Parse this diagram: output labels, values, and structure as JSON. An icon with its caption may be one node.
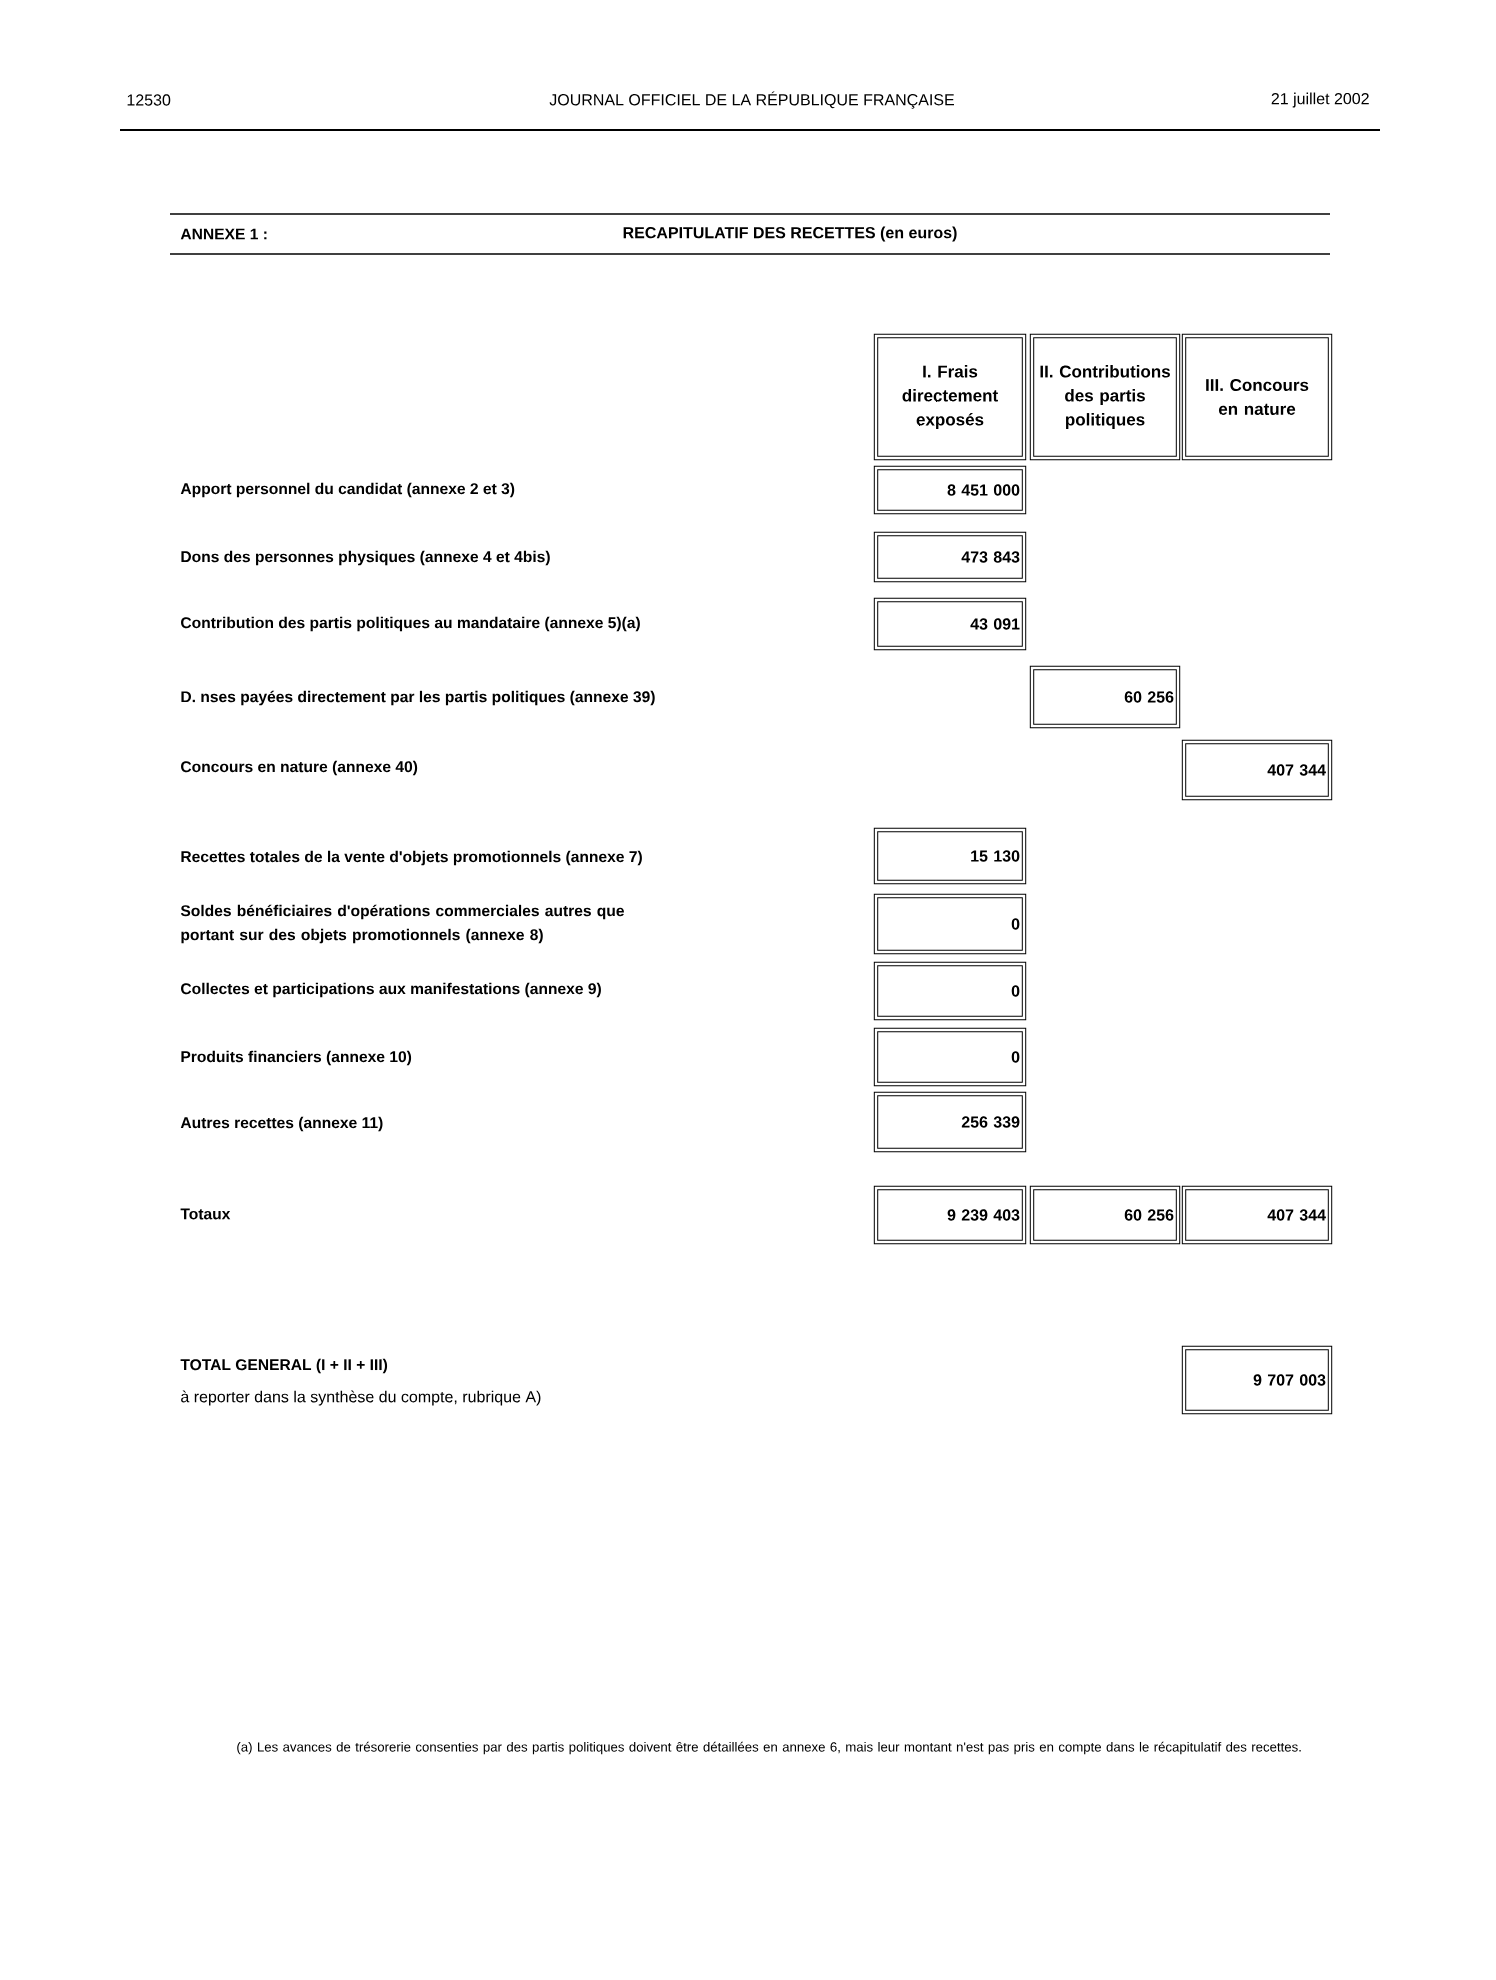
{
  "diagram": {
    "title": "RECAPITULATIF DES RECETTES (en euros)",
    "nodes": [
      {
        "text": [
          "I. Frais directement exposés"
        ]
      },
      {
        "text": [
          "II. Contributions des partis politiques"
        ]
      },
      {
        "text": [
          "III. Concours en nature"
        ]
      },
      {
        "text": [
          "8 451 000"
        ]
      },
      {
        "text": [
          "473 843"
        ]
      },
      {
        "text": [
          "43 091"
        ]
      },
      {
        "text": [
          "60 256"
        ]
      },
      {
        "text": [
          "407 344"
        ]
      },
      {
        "text": [
          "15 130"
        ]
      },
      {
        "text": [
          "0"
        ]
      },
      {
        "text": [
          "0"
        ]
      },
      {
        "text": [
          "0"
        ]
      },
      {
        "text": [
          "256 339"
        ]
      },
      {
        "text": [
          "9 239 403"
        ]
      },
      {
        "text": [
          "60 256"
        ]
      },
      {
        "text": [
          "407 344"
        ]
      },
      {
        "text": [
          "9 707 003"
        ]
      }
    ],
    "labels": [
      "12530",
      "JOURNAL OFFICIEL DE LA RÉPUBLIQUE FRANÇAISE",
      "21 juillet 2002",
      "ANNEXE 1 :",
      "Apport personnel du candidat (annexe 2 et 3)",
      "Dons des personnes physiques (annexe 4 et 4bis)",
      "Contribution des partis politiques au mandataire (annexe 5)(a)",
      "D. nses payées directement par les partis politiques (annexe 39)",
      "Concours en nature (annexe 40)",
      "Recettes totales de la vente d'objets promotionnels (annexe 7)",
      "Soldes bénéficiaires d'opérations commerciales autres que portant sur des objets promotionnels (annexe 8)",
      "Collectes et participations aux manifestations (annexe 9)",
      "Produits financiers (annexe 10)",
      "Autres recettes (annexe 11)",
      "Totaux",
      "TOTAL GENERAL (I + II + III)",
      "à reporter dans la synthèse du compte, rubrique A)",
      "(a) Les avances de trésorerie consenties par des partis politiques doivent être détaillées en annexe 6, mais leur montant n'est pas pris en compte dans le récapitulatif des recettes."
    ]
  }
}
